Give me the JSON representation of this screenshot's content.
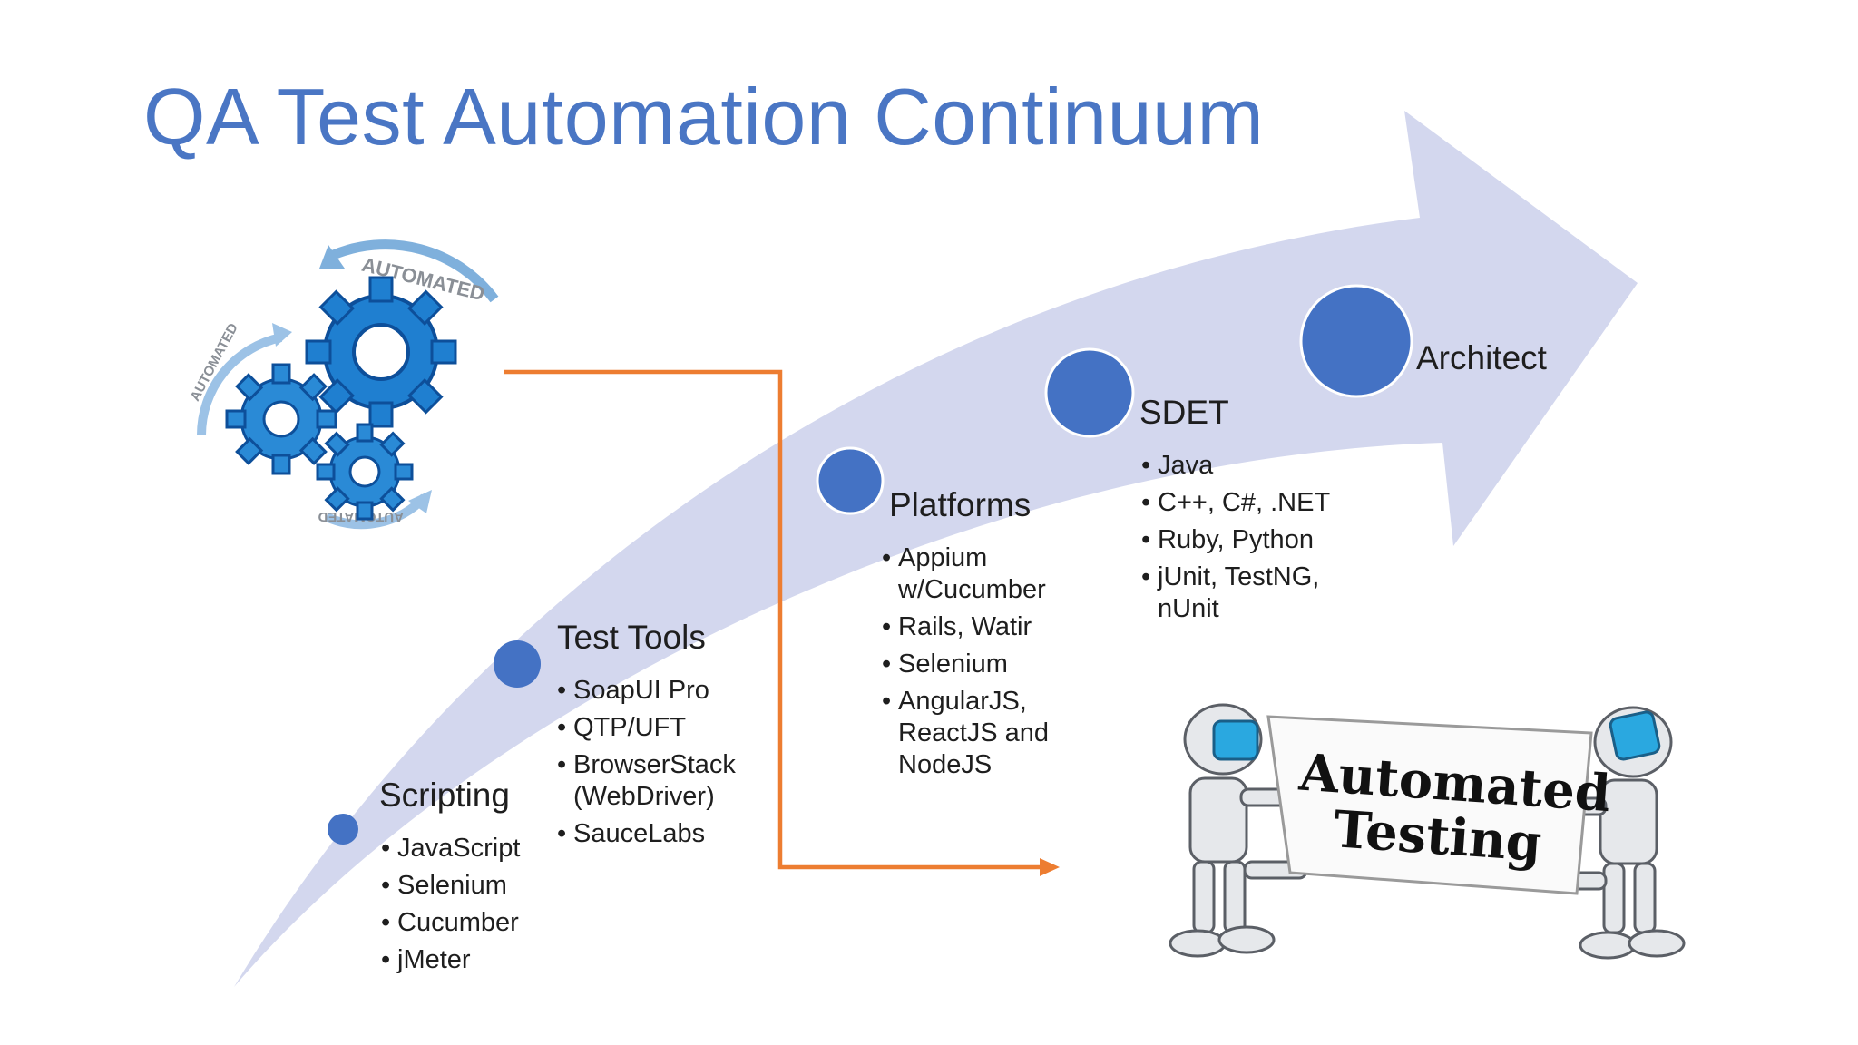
{
  "title": "QA Test Automation Continuum",
  "colors": {
    "title": "#4a76c4",
    "arrow": "#d3d7ee",
    "dot": "#4472c4",
    "connector": "#ed7d31",
    "text": "#1e1e1e"
  },
  "stages": [
    {
      "name": "Scripting",
      "items": [
        "JavaScript",
        "Selenium",
        "Cucumber",
        "jMeter"
      ]
    },
    {
      "name": "Test Tools",
      "items": [
        "SoapUI Pro",
        "QTP/UFT",
        "BrowserStack (WebDriver)",
        "SauceLabs"
      ]
    },
    {
      "name": "Platforms",
      "items": [
        "Appium w/Cucumber",
        "Rails, Watir",
        "Selenium",
        "AngularJS, ReactJS and NodeJS"
      ]
    },
    {
      "name": "SDET",
      "items": [
        "Java",
        "C++, C#, .NET",
        "Ruby, Python",
        "jUnit, TestNG, nUnit"
      ]
    },
    {
      "name": "Architect",
      "items": []
    }
  ],
  "gears_graphic": {
    "icon": "automated-gears-icon",
    "labels": [
      "AUTOMATED",
      "AUTOMATED",
      "AUTOMATED"
    ]
  },
  "robots_graphic": {
    "icon": "robots-holding-sign-icon",
    "sign_line1": "Automated",
    "sign_line2": "Testing"
  }
}
